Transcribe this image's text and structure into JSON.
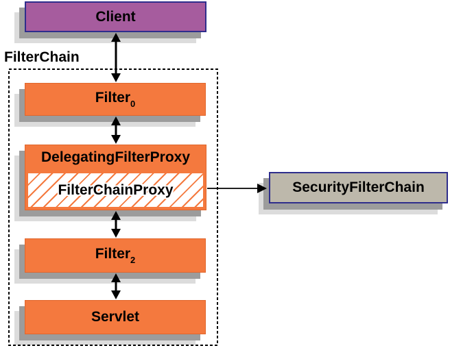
{
  "diagram": {
    "group_label": "FilterChain",
    "nodes": {
      "client": {
        "label": "Client"
      },
      "filter0": {
        "label": "Filter",
        "subscript": "0"
      },
      "delegating_filter_proxy": {
        "label": "DelegatingFilterProxy"
      },
      "filter_chain_proxy": {
        "label": "FilterChainProxy"
      },
      "filter2": {
        "label": "Filter",
        "subscript": "2"
      },
      "servlet": {
        "label": "Servlet"
      },
      "security_filter_chain": {
        "label": "SecurityFilterChain"
      }
    },
    "colors": {
      "orange_fill": "#f4793e",
      "orange_border": "#e0662c",
      "purple_fill": "#a65c9e",
      "navy_border": "#2e2d8c",
      "tan_fill": "#bdb8ab",
      "shadow_dark": "#9c9c9c",
      "shadow_light": "#dcdcdc",
      "line_color": "#000000",
      "text_color": "#000000",
      "background": "#ffffff"
    }
  }
}
